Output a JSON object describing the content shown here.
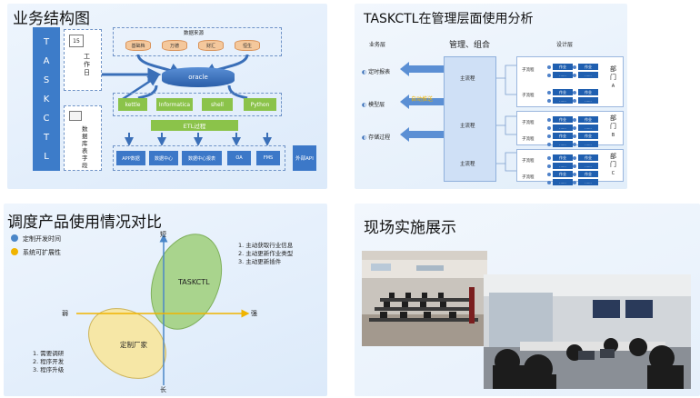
{
  "arch": {
    "title": "业务结构图",
    "taskctl_letters": [
      "T",
      "A",
      "S",
      "K",
      "C",
      "T",
      "L"
    ],
    "workday_num": "15",
    "workday_label": "工作日",
    "dict_label": "数据库表字段",
    "data_source_label": "数据来源",
    "sources": [
      "基础档",
      "万德",
      "财汇",
      "恒生"
    ],
    "oracle": "oracle",
    "tools": [
      "kettle",
      "Informatica",
      "shell",
      "Python"
    ],
    "etl": "ETL过程",
    "outputs": [
      "APP数据",
      "数据中心",
      "数据中心报表",
      "OA",
      "FMS"
    ],
    "external_api": "外部API"
  },
  "mgmt": {
    "title": "TASKCTL在管理层面使用分析",
    "col_business": "业务层",
    "col_mgmt": "管理、组合",
    "col_design": "设计层",
    "business_items": [
      "定时报表",
      "模型层",
      "存储过程"
    ],
    "arrow_label": "自动推送",
    "main_flow": [
      "主流程",
      "主流程",
      "主流程"
    ],
    "sub_flow_label": "子流程",
    "job_label": "作业",
    "ellipsis": "......",
    "dept_label": "部门",
    "dept_ids": [
      "A",
      "B",
      "C"
    ]
  },
  "compare": {
    "title": "调度产品使用情况对比",
    "legend": [
      {
        "label": "定制开发时间",
        "color": "#4a86c8"
      },
      {
        "label": "系统可扩展性",
        "color": "#f0b400"
      }
    ],
    "axis_top": "短",
    "axis_bottom": "长",
    "axis_left": "弱",
    "axis_right": "强",
    "taskctl_label": "TASKCTL",
    "custom_label": "定制厂家",
    "taskctl_points": [
      "1.  主动获取行业信息",
      "2.  主动更新作业类型",
      "3.  主动更新插件"
    ],
    "custom_points": [
      "1.  需要调研",
      "2.  程序开发",
      "3.  程序升级"
    ]
  },
  "scene": {
    "title": "现场实施展示"
  }
}
